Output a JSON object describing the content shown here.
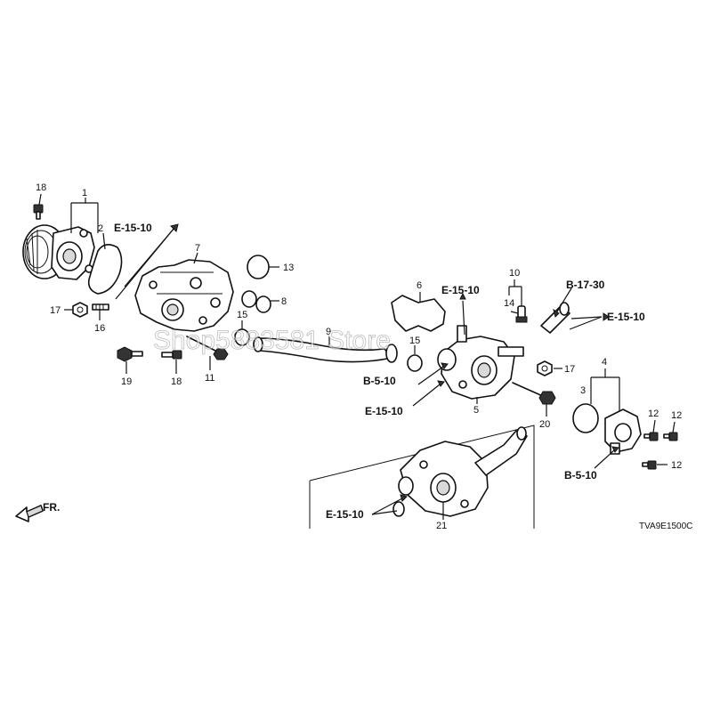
{
  "callouts": {
    "n1": "1",
    "n2": "2",
    "n3": "3",
    "n4": "4",
    "n5": "5",
    "n6": "6",
    "n7": "7",
    "n8": "8",
    "n9": "9",
    "n10": "10",
    "n11": "11",
    "n12a": "12",
    "n12b": "12",
    "n12c": "12",
    "n13": "13",
    "n14": "14",
    "n15a": "15",
    "n15b": "15",
    "n16": "16",
    "n17a": "17",
    "n17b": "17",
    "n18a": "18",
    "n18b": "18",
    "n19": "19",
    "n20": "20",
    "n21": "21"
  },
  "references": {
    "e1510_a": "E-15-10",
    "e1510_b": "E-15-10",
    "e1510_c": "E-15-10",
    "e1510_d": "E-15-10",
    "e1510_e": "E-15-10",
    "b510_a": "B-5-10",
    "b510_b": "B-5-10",
    "b1730": "B-17-30"
  },
  "front_label": "FR.",
  "diagram_code": "TVA9E1500C",
  "watermark": "Shop5883581 Store"
}
